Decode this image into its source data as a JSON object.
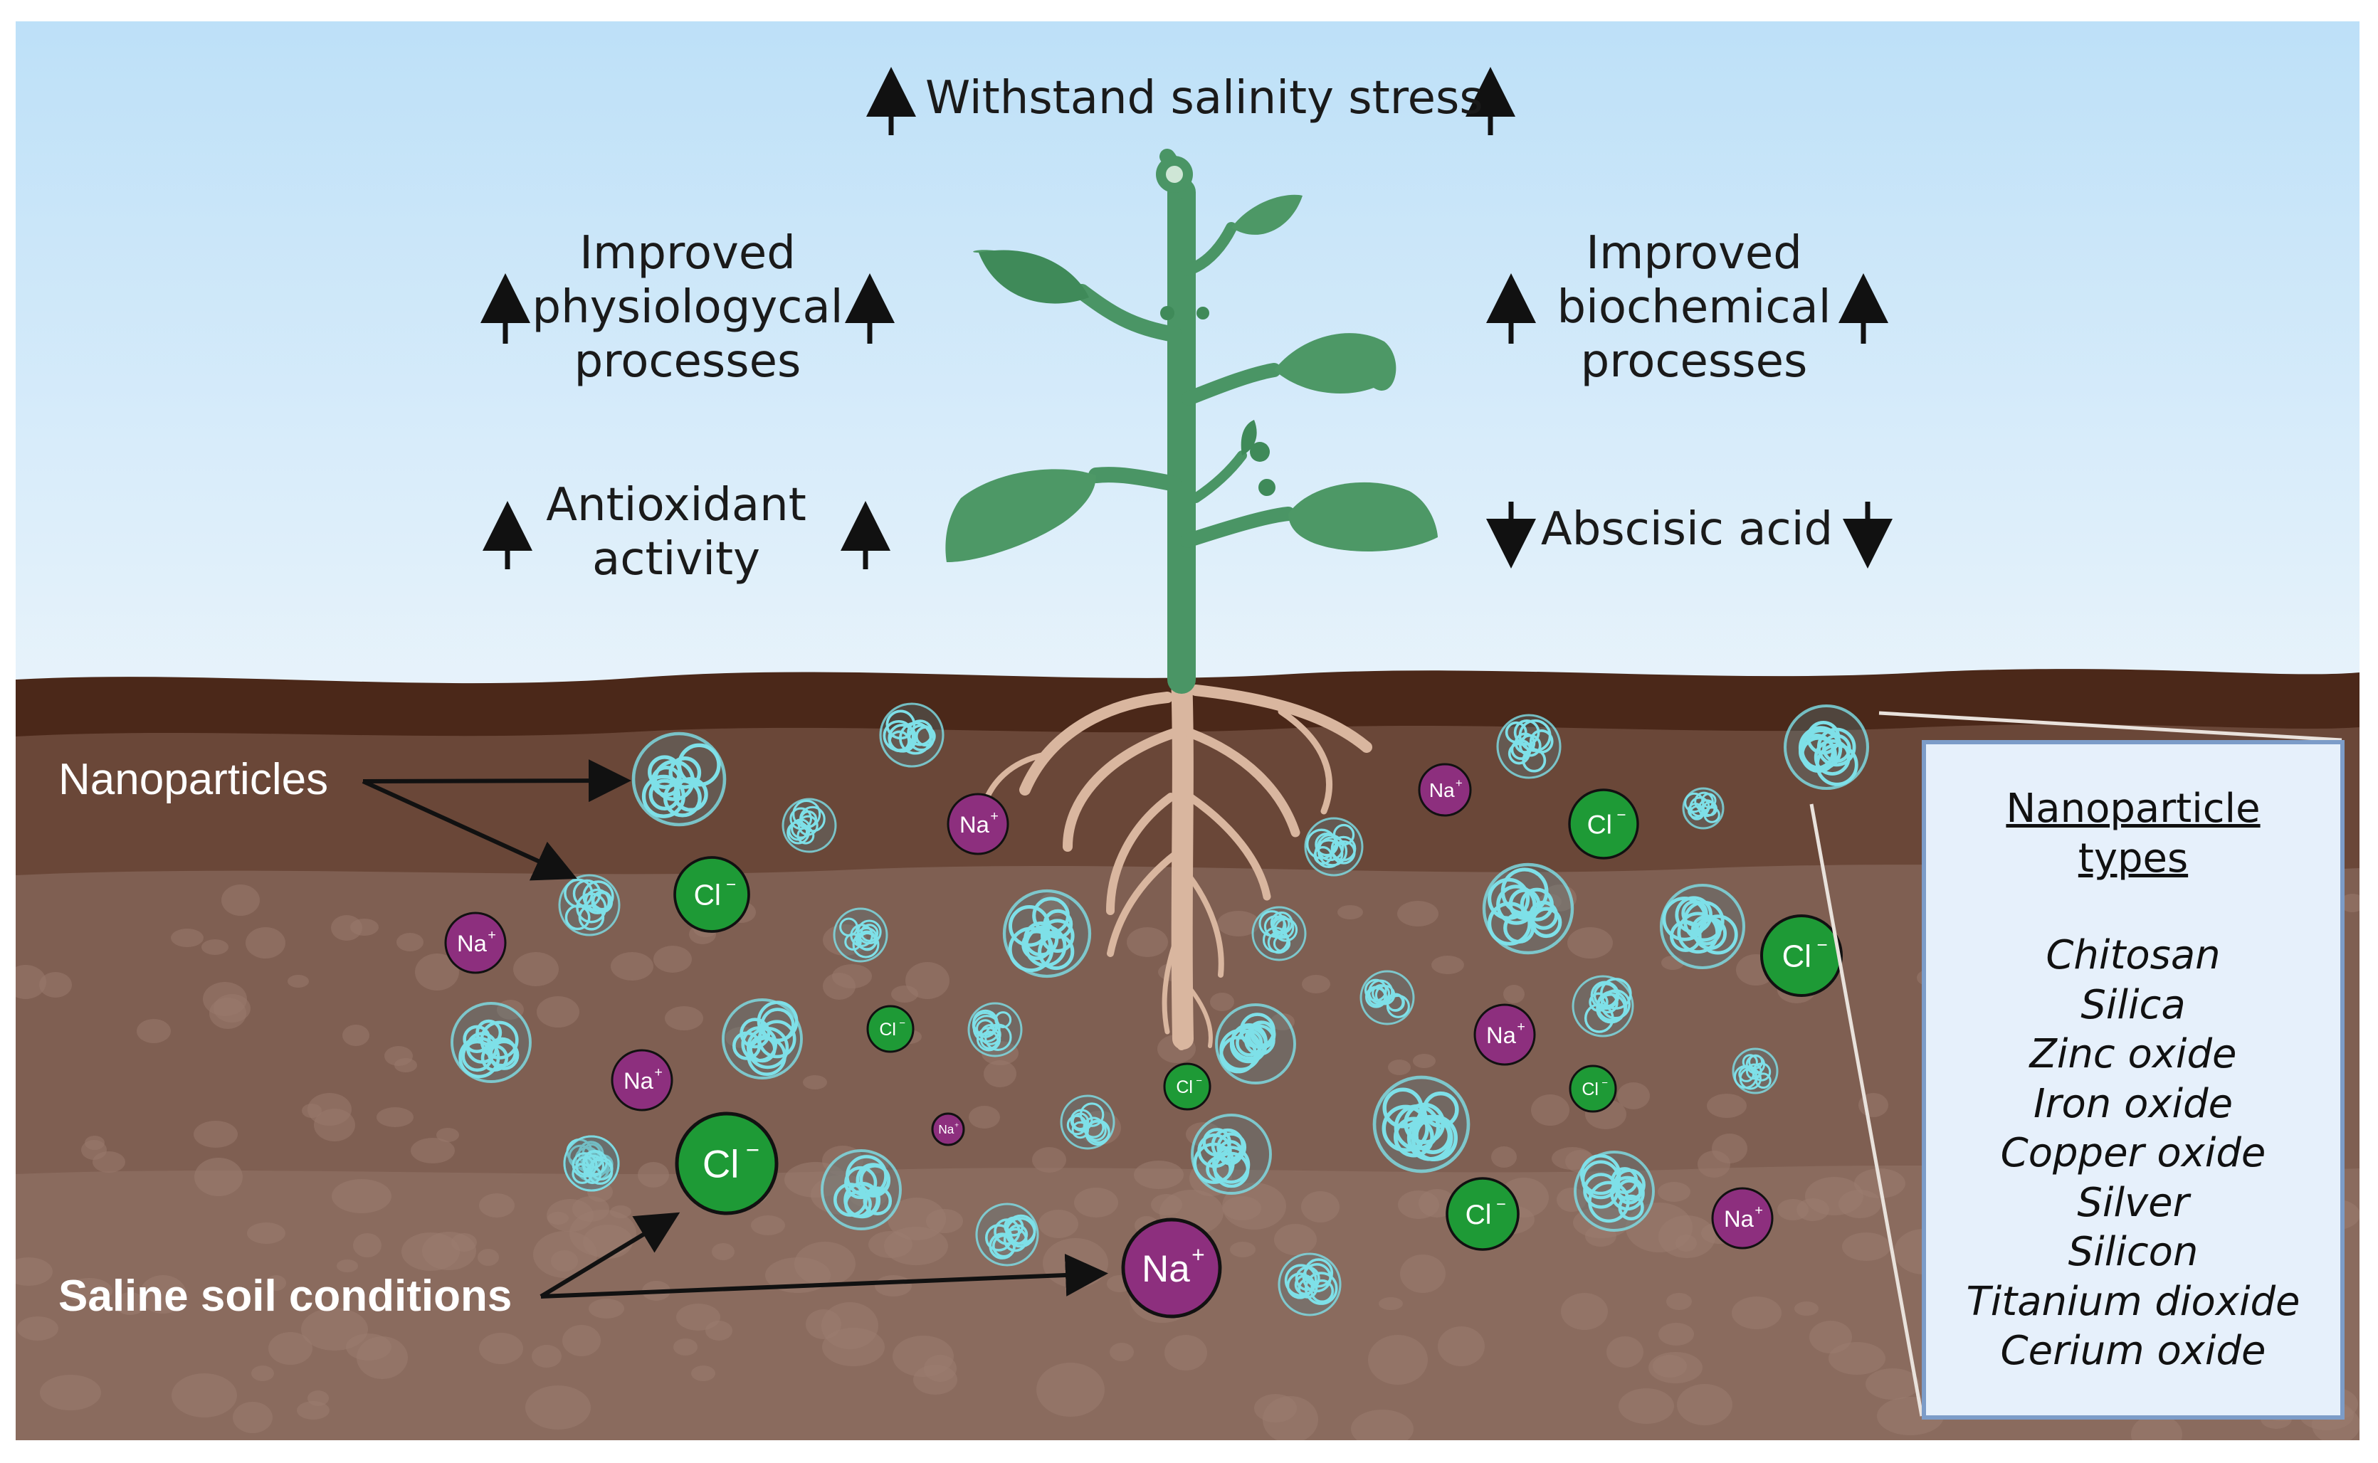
{
  "top_label": "Withstand salinity stress",
  "left_labels": {
    "physiological": [
      "Improved",
      "physiologycal",
      "processes"
    ],
    "antioxidant": [
      "Antioxidant",
      "activity"
    ]
  },
  "right_labels": {
    "biochemical": [
      "Improved",
      "biochemical",
      "processes"
    ],
    "abscisic": "Abscisic acid"
  },
  "indicators": {
    "withstand": "up",
    "physiological": "up",
    "antioxidant": "up",
    "biochemical": "up",
    "abscisic_acid": "down"
  },
  "soil_labels": {
    "nanoparticles": "Nanoparticles",
    "saline": "Saline soil conditions"
  },
  "ions": {
    "sodium": "Na",
    "sodium_charge": "+",
    "chloride": "Cl",
    "chloride_charge": "−"
  },
  "legend": {
    "title": "Nanoparticle\ntypes",
    "items": [
      "Chitosan",
      "Silica",
      "Zinc oxide",
      "Iron oxide",
      "Copper oxide",
      "Silver",
      "Silicon",
      "Titanium dioxide",
      "Cerium oxide"
    ]
  },
  "colors": {
    "sky_top": "#bfdff7",
    "sky_bottom": "#e8f3fb",
    "topsoil": "#4d2a1d",
    "soil_mid": "#6c4a3b",
    "soil_low": "#826255",
    "plant": "#4f9a67",
    "root": "#d9b69f",
    "nanoparticle": "#7ee0e8",
    "sodium": "#8d2f7e",
    "chloride": "#1e9a36"
  }
}
